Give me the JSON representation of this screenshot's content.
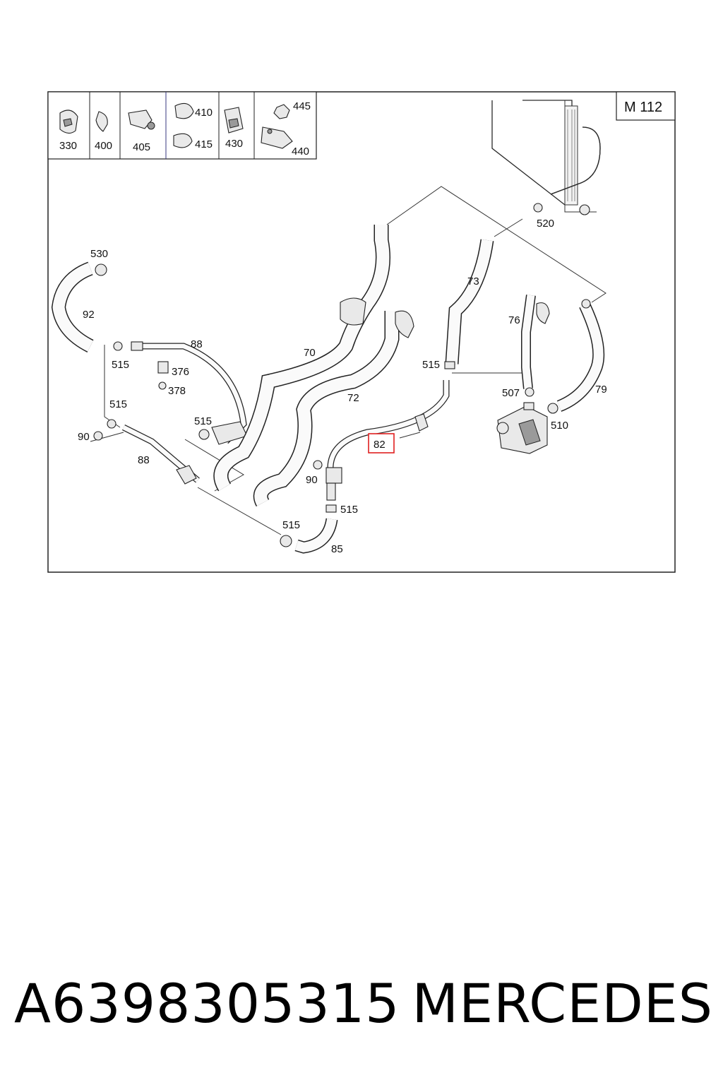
{
  "diagram": {
    "model": "M 112",
    "legend_numbers": [
      "330",
      "400",
      "405",
      "410",
      "415",
      "430",
      "445",
      "440"
    ],
    "callouts": {
      "c530": "530",
      "c92": "92",
      "c515a": "515",
      "c88a": "88",
      "c376": "376",
      "c378": "378",
      "c515b": "515",
      "c90a": "90",
      "c88b": "88",
      "c515c": "515",
      "c70": "70",
      "c72": "72",
      "c73": "73",
      "c515d": "515",
      "c82": "82",
      "c90b": "90",
      "c515e": "515",
      "c515f": "515",
      "c85": "85",
      "c76": "76",
      "c507": "507",
      "c510": "510",
      "c79": "79",
      "c520": "520"
    },
    "highlighted_callout": "82",
    "highlight_color": "#e02020"
  },
  "caption": {
    "part_number": "A6398305315",
    "brand": "MERCEDES"
  }
}
